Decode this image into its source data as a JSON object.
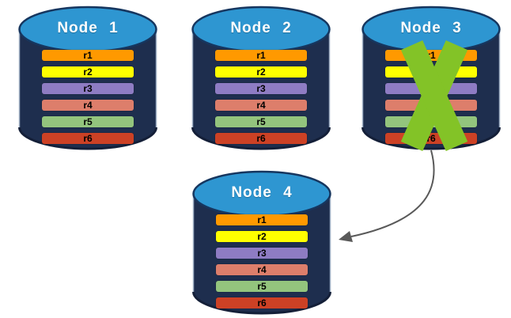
{
  "diagram": {
    "background": "#FFFFFF",
    "description_arrow": {
      "from": "Node 3",
      "to": "Node 4"
    }
  },
  "colors": {
    "cylinder_body": "#1E2E4E",
    "cylinder_body_edge": "#9FAFC4",
    "cylinder_bottom_shadow": "#141F38",
    "cylinder_top": "#2E96D1",
    "cylinder_top_edge": "#16365F",
    "node_label_text": "#FFFFFF",
    "replica_label_text": "#000000",
    "failure_x": "#83C327",
    "arrow": "#595959"
  },
  "nodes": [
    {
      "label": "Node 1",
      "failed": false,
      "replicas": [
        {
          "name": "r1",
          "color": "#FF9900"
        },
        {
          "name": "r2",
          "color": "#FFFF00"
        },
        {
          "name": "r3",
          "color": "#8E7CC3"
        },
        {
          "name": "r4",
          "color": "#DD7E6B"
        },
        {
          "name": "r5",
          "color": "#93C47D"
        },
        {
          "name": "r6",
          "color": "#CC4125"
        }
      ]
    },
    {
      "label": "Node 2",
      "failed": false,
      "replicas": [
        {
          "name": "r1",
          "color": "#FF9900"
        },
        {
          "name": "r2",
          "color": "#FFFF00"
        },
        {
          "name": "r3",
          "color": "#8E7CC3"
        },
        {
          "name": "r4",
          "color": "#DD7E6B"
        },
        {
          "name": "r5",
          "color": "#93C47D"
        },
        {
          "name": "r6",
          "color": "#CC4125"
        }
      ]
    },
    {
      "label": "Node 3",
      "failed": true,
      "replicas": [
        {
          "name": "r1",
          "color": "#FF9900"
        },
        {
          "name": "r2",
          "color": "#FFFF00"
        },
        {
          "name": "r3",
          "color": "#8E7CC3"
        },
        {
          "name": "r4",
          "color": "#DD7E6B"
        },
        {
          "name": "r5",
          "color": "#93C47D"
        },
        {
          "name": "r6",
          "color": "#CC4125"
        }
      ]
    },
    {
      "label": "Node 4",
      "failed": false,
      "replicas": [
        {
          "name": "r1",
          "color": "#FF9900"
        },
        {
          "name": "r2",
          "color": "#FFFF00"
        },
        {
          "name": "r3",
          "color": "#8E7CC3"
        },
        {
          "name": "r4",
          "color": "#DD7E6B"
        },
        {
          "name": "r5",
          "color": "#93C47D"
        },
        {
          "name": "r6",
          "color": "#CC4125"
        }
      ]
    }
  ]
}
